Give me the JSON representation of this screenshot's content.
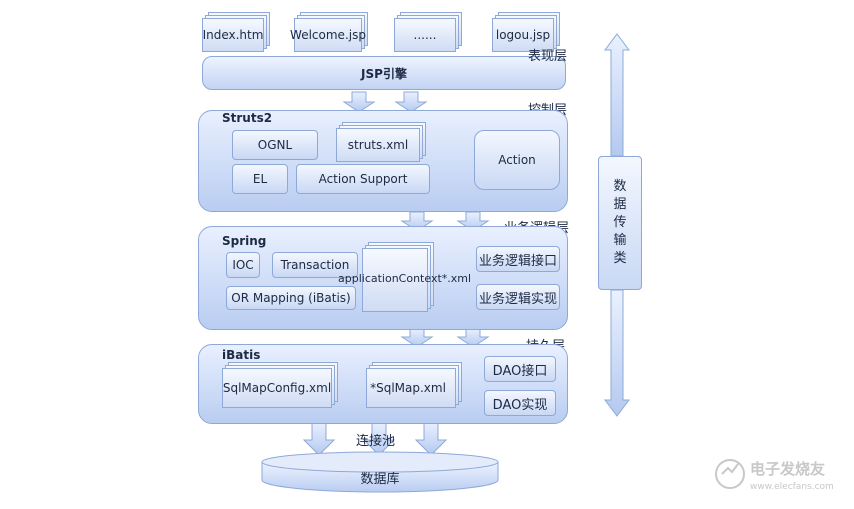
{
  "pages": [
    "Index.htm",
    "Welcome.jsp",
    "......",
    "logou.jsp"
  ],
  "engine": "JSP引擎",
  "layers": {
    "presentation": "表现层",
    "control": "控制层",
    "business": "业务逻辑层",
    "persistence": "持久层",
    "pool": "连接池"
  },
  "struts": {
    "title": "Struts2",
    "ognl": "OGNL",
    "struts_xml": "struts.xml",
    "el": "EL",
    "action_support": "Action Support",
    "action": "Action"
  },
  "spring": {
    "title": "Spring",
    "ioc": "IOC",
    "transaction": "Transaction",
    "app_context": "applicationContext*.xml",
    "or_mapping": "OR Mapping (iBatis)",
    "biz_interface": "业务逻辑接口",
    "biz_impl": "业务逻辑实现"
  },
  "ibatis": {
    "title": "iBatis",
    "sqlmap_config": "SqlMapConfig.xml",
    "sqlmap": "*SqlMap.xml",
    "dao_interface": "DAO接口",
    "dao_impl": "DAO实现"
  },
  "database": "数据库",
  "transfer": [
    "数",
    "据",
    "传",
    "输",
    "类"
  ],
  "watermark": "电子发烧友",
  "watermark_url": "www.elecfans.com",
  "colors": {
    "fill": "#c9d8f4",
    "stroke": "#8ea9d8",
    "text": "#1d2a44"
  }
}
